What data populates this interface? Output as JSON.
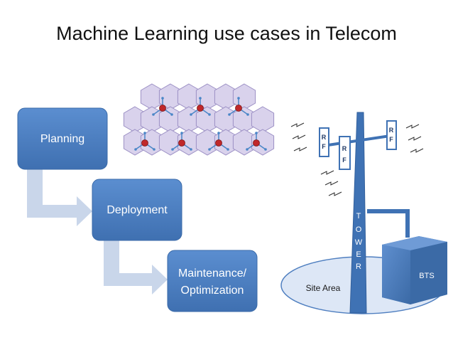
{
  "title": "Machine Learning use cases in Telecom",
  "flow": {
    "steps": [
      "Planning",
      "Deployment",
      "Maintenance/",
      "Optimization"
    ]
  },
  "site": {
    "tower_letters": [
      "T",
      "O",
      "W",
      "E",
      "R"
    ],
    "rf_letters": [
      "R",
      "F"
    ],
    "site_area_label": "Site Area",
    "bts_label": "BTS"
  },
  "colors": {
    "box_fill": "#4a7ebf",
    "box_stroke": "#3a6aa8",
    "arrow_fill": "#c9d6ea",
    "hex_fill": "#d9d2ec",
    "hex_stroke": "#9b8fc4",
    "node": "#c0282b",
    "ray": "#4a86c7",
    "tower": "#3f72b4",
    "ellipse": "#dde7f6"
  }
}
